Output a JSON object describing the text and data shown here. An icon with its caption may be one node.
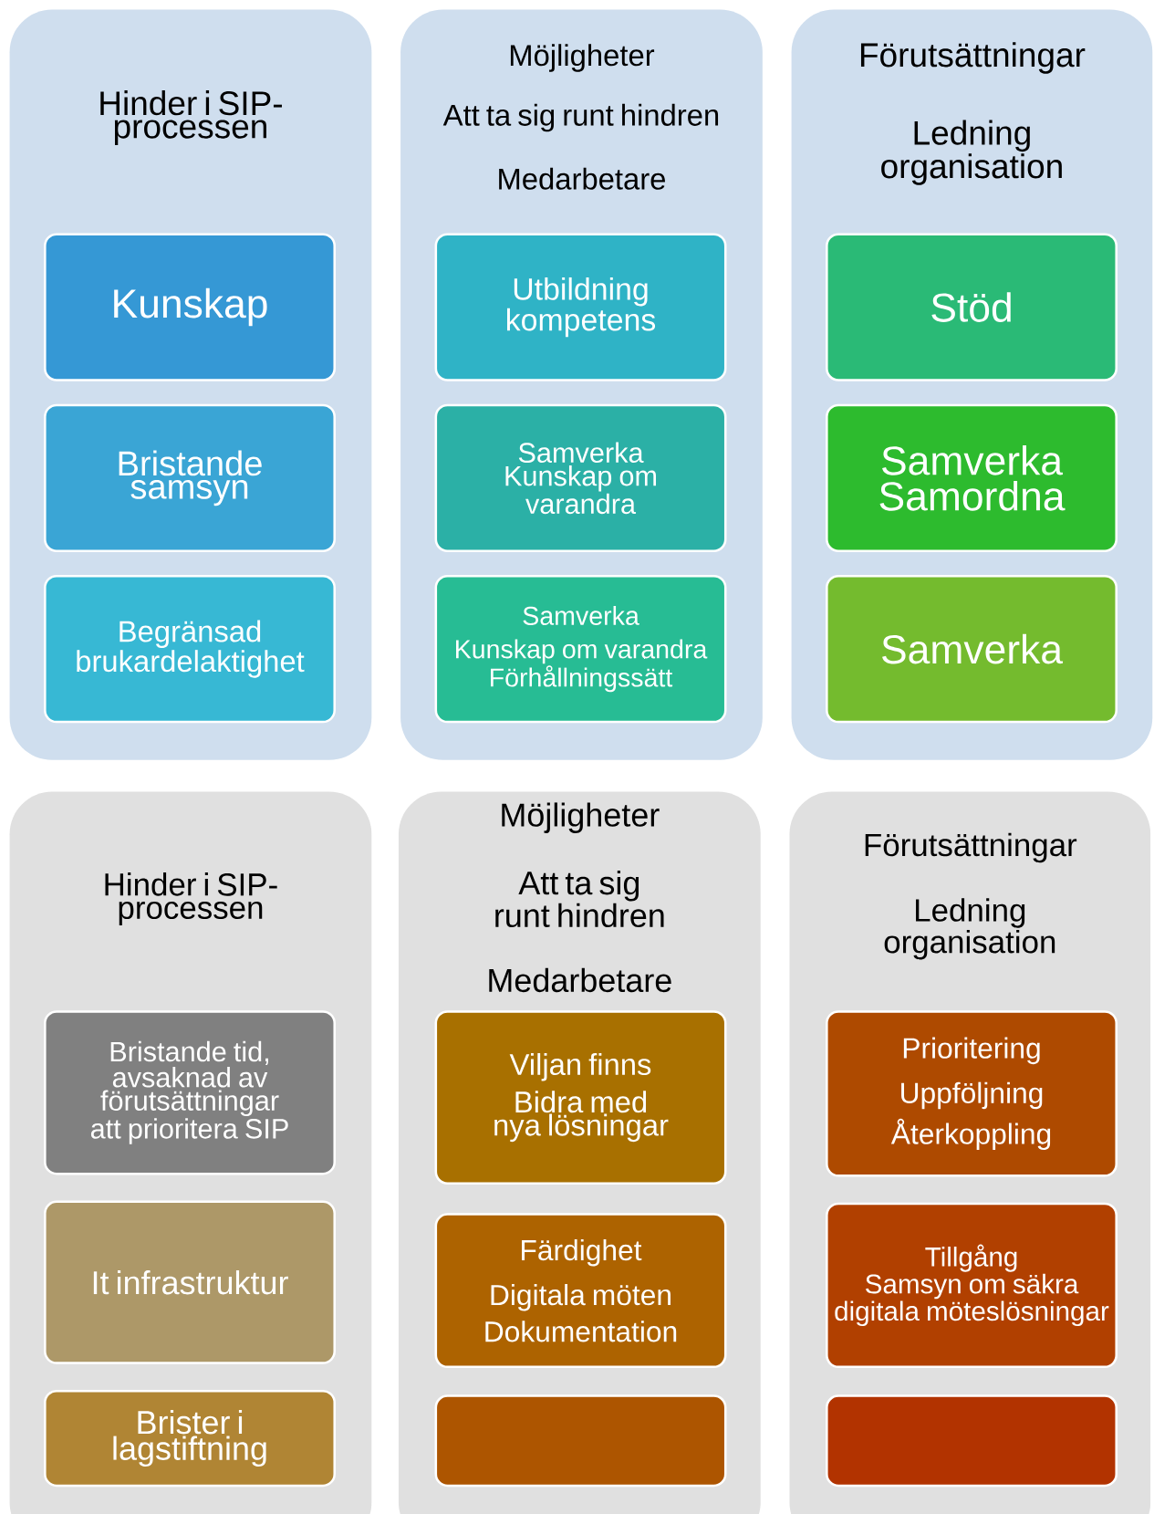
{
  "diagram": {
    "nodes": [
      {
        "text": [
          "Hinder i SIP-processen"
        ]
      },
      {
        "text": [
          "Kunskap"
        ],
        "in": 0
      },
      {
        "text": [
          "Bristande samsyn"
        ],
        "in": 0
      },
      {
        "text": [
          "Begränsad brukardelaktighet"
        ],
        "in": 0
      },
      {
        "text": [
          "Möjligheter",
          "Att ta sig runt hindren",
          "Medarbetare"
        ]
      },
      {
        "text": [
          "Utbildning",
          "kompetens"
        ],
        "in": 4
      },
      {
        "text": [
          "Samverka",
          "Kunskap om varandra"
        ],
        "in": 4
      },
      {
        "text": [
          "Samverka",
          "Kunskap om varandra",
          "Förhållningssätt"
        ],
        "in": 4
      },
      {
        "text": [
          "Förutsättningar",
          "Ledning organisation"
        ]
      },
      {
        "text": [
          "Stöd"
        ],
        "in": 8
      },
      {
        "text": [
          "Samverka",
          "Samordna"
        ],
        "in": 8
      },
      {
        "text": [
          "Samverka"
        ],
        "in": 8
      },
      {
        "text": [
          "Hinder i SIP-processen"
        ]
      },
      {
        "text": [
          "Bristande tid, avsaknad av förutsättningar att prioritera SIP"
        ],
        "in": 12
      },
      {
        "text": [
          "It infrastruktur"
        ],
        "in": 12
      },
      {
        "text": [
          "Brister i lagstiftning"
        ],
        "in": 12
      },
      {
        "text": [
          "Möjligheter",
          "Att ta sig runt hindren",
          "Medarbetare"
        ]
      },
      {
        "text": [
          "Viljan finns",
          "Bidra med nya lösningar"
        ],
        "in": 16
      },
      {
        "text": [
          "Färdighet",
          "Digitala möten",
          "Dokumentation"
        ],
        "in": 16
      },
      {
        "text": [],
        "shape": "box",
        "in": 16
      },
      {
        "text": [
          "Förutsättningar",
          "Ledning organisation"
        ]
      },
      {
        "text": [
          "Prioritering",
          "Uppföljning",
          "Återkoppling"
        ],
        "in": 20
      },
      {
        "text": [
          "Tillgång",
          "Samsyn om säkra digitala möteslösningar"
        ],
        "in": 20
      },
      {
        "text": [],
        "shape": "box",
        "in": 20
      }
    ]
  }
}
